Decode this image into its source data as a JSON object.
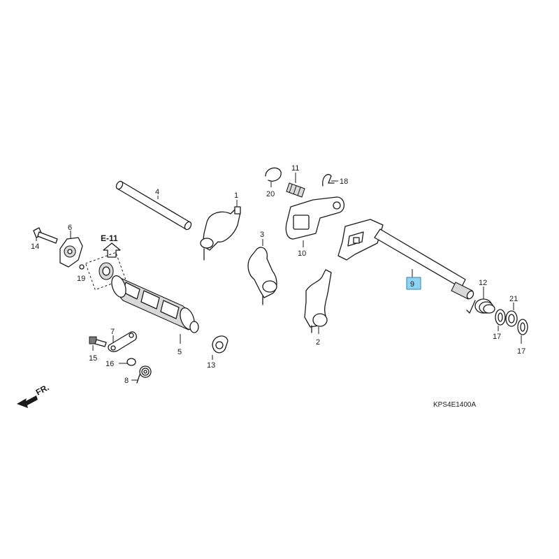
{
  "diagram": {
    "callouts": {
      "c1": "1",
      "c2": "2",
      "c3": "3",
      "c4": "4",
      "c5": "5",
      "c6": "6",
      "c7": "7",
      "c8": "8",
      "c9": "9",
      "c10": "10",
      "c11": "11",
      "c12": "12",
      "c13": "13",
      "c14": "14",
      "c15": "15",
      "c16": "16",
      "c17a": "17",
      "c17b": "17",
      "c18": "18",
      "c19": "19",
      "c20": "20",
      "c21": "21"
    },
    "reference_label": "E-11",
    "direction_label": "FR.",
    "drawing_code": "KPS4E1400A",
    "highlighted_callout": "9",
    "highlight_color": "#8fd3f2"
  }
}
